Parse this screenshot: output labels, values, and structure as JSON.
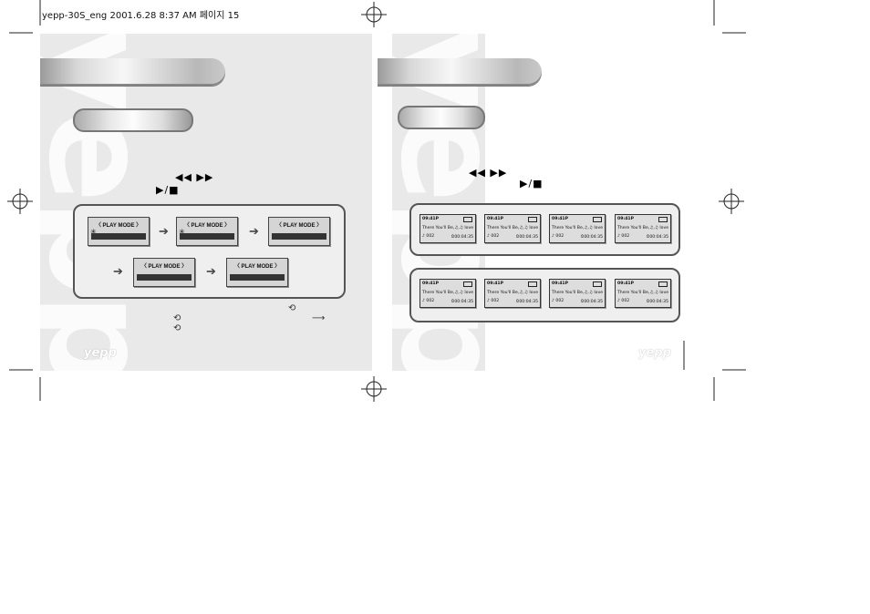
{
  "header": {
    "text": "yepp-30S_eng  2001.6.28  8:37 AM 페이지 15"
  },
  "watermark": {
    "left": "yepp",
    "right": "yepp"
  },
  "left_page": {
    "transport_glyphs": "◀◀ ▶▶",
    "play_stop_glyph": "▶/■",
    "lcd_title": "〈 PLAY MODE 〉",
    "lcd_mark": "✳",
    "repeat_glyph": "⟲",
    "arrow_glyph": "⟶",
    "logo": "yepp"
  },
  "right_page": {
    "transport_glyphs": "◀◀ ▶▶",
    "play_stop_glyph": "▶/■",
    "logo": "yepp",
    "screen": {
      "time": "09:41P",
      "song": "There You'll Be,♫,♫ love",
      "track": "♪ 002",
      "duration": "⏲00:04:35"
    }
  },
  "colors": {
    "panel": "#e9e9e9",
    "box_border": "#555555"
  }
}
